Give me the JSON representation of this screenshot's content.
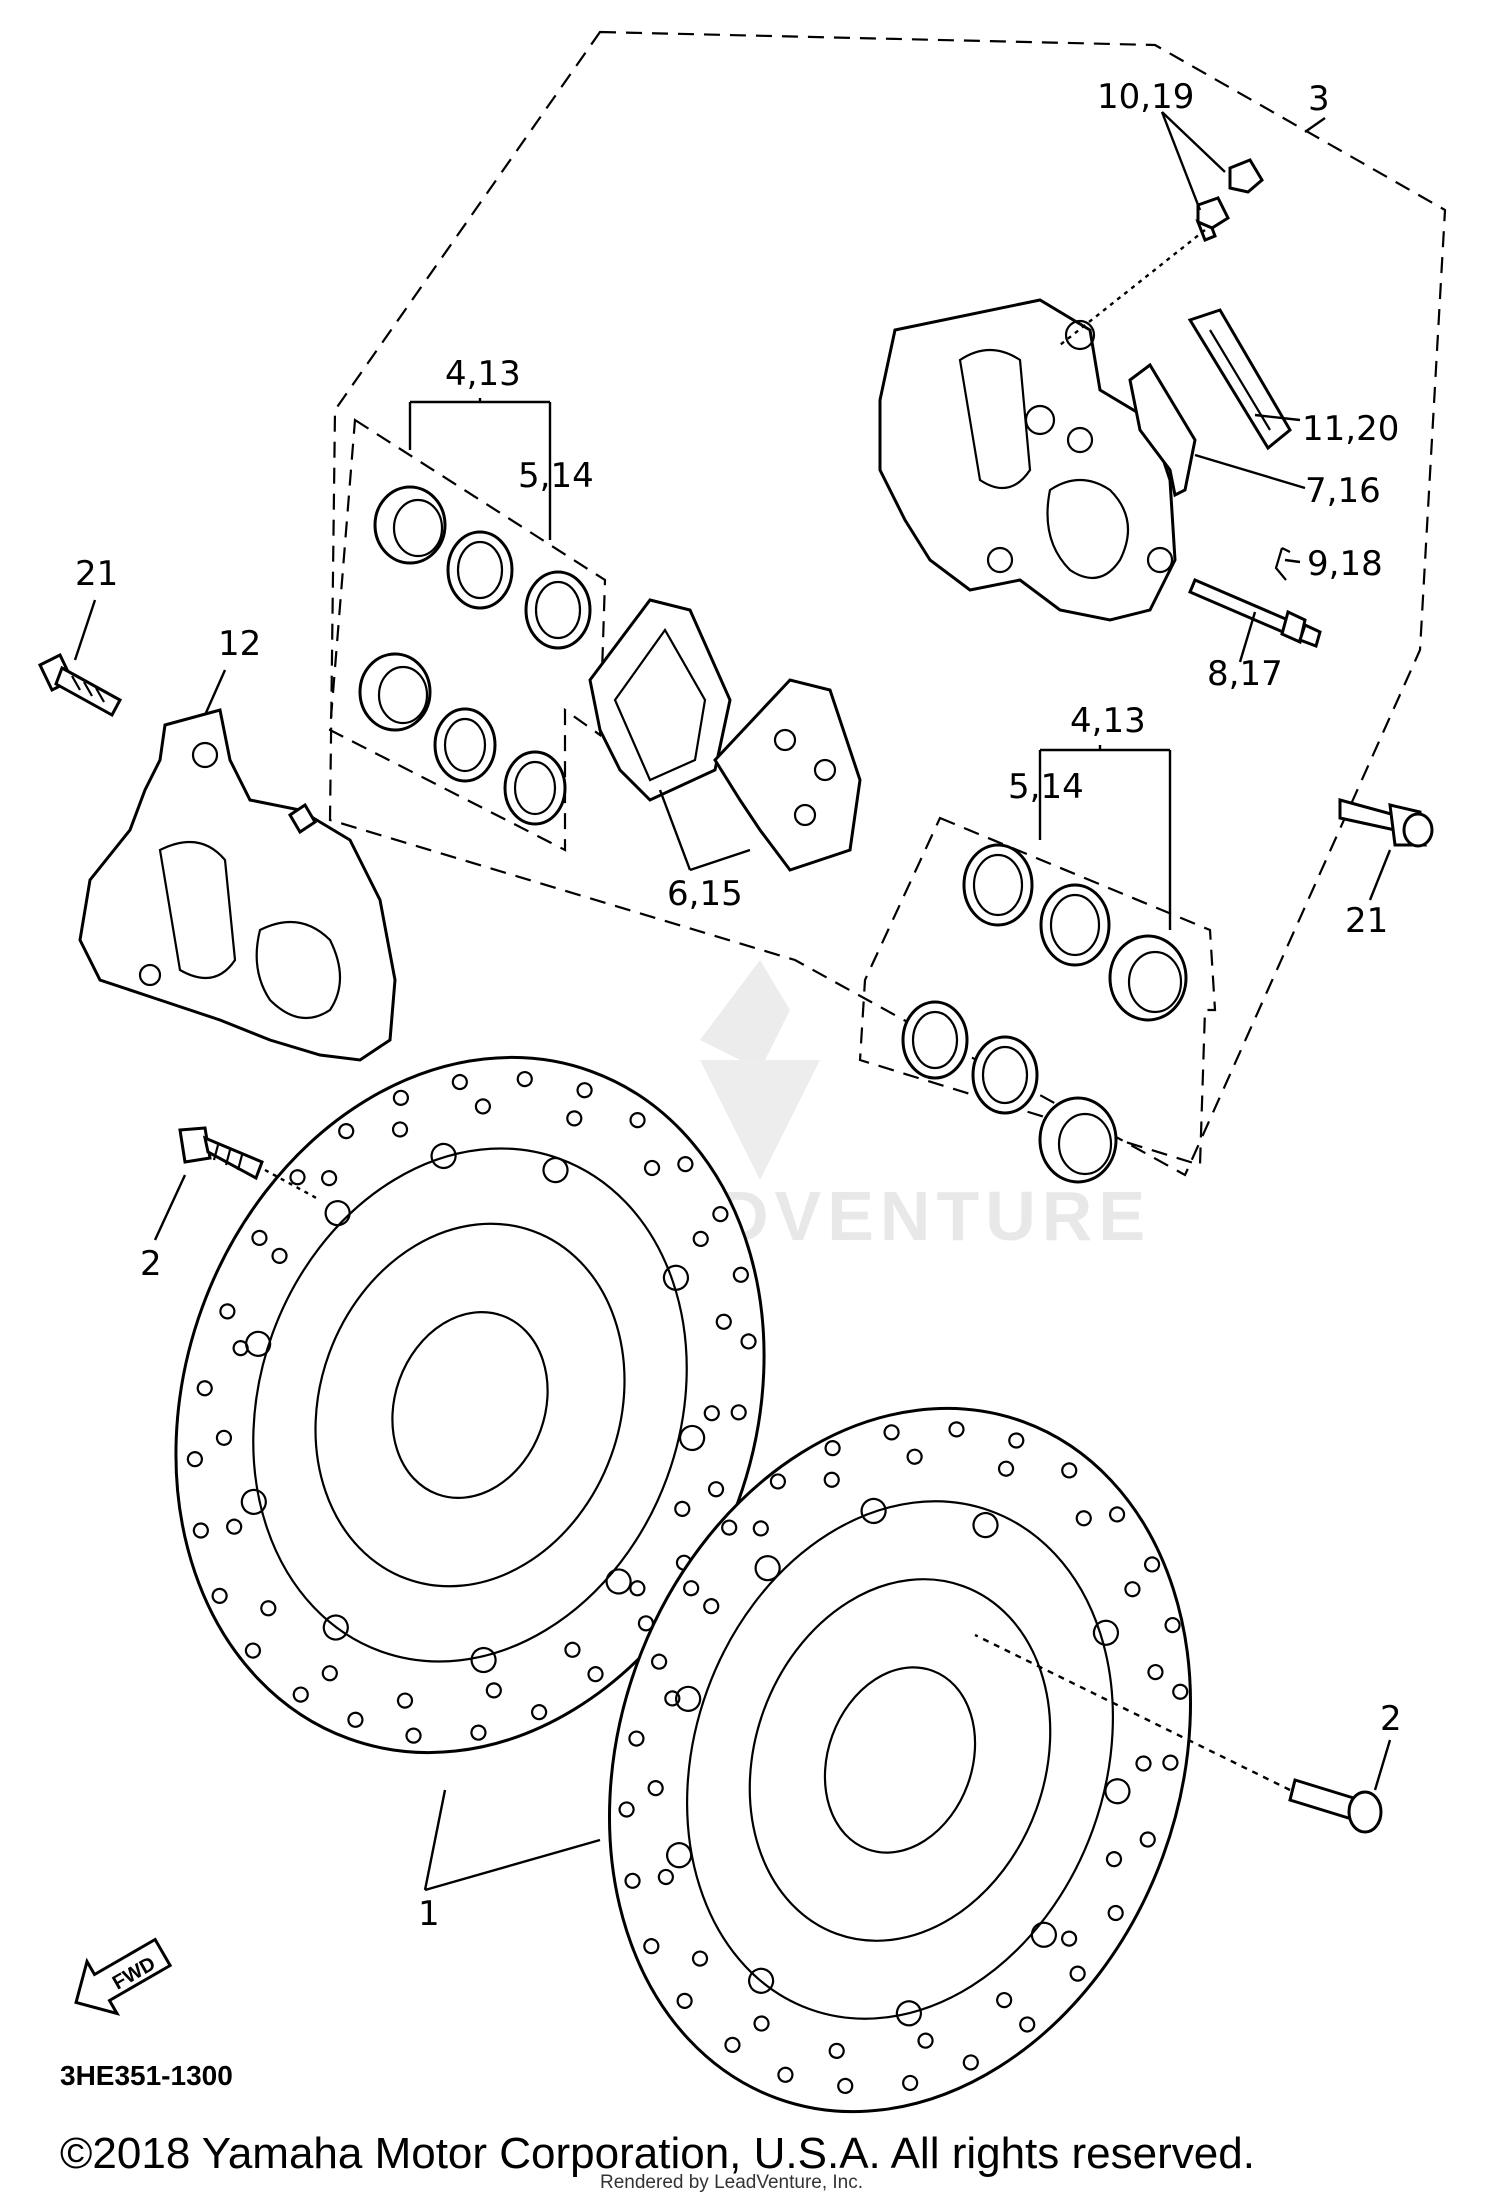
{
  "diagram_code": "3HE351-1300",
  "copyright": "©2018 Yamaha Motor Corporation, U.S.A. All rights reserved.",
  "rendered_by": "Rendered by LeadVenture, Inc.",
  "watermark": "LEADVENTURE",
  "fwd_label": "FWD",
  "callouts": {
    "c_10_19": "10,19",
    "c_3": "3",
    "c_4_13_a": "4,13",
    "c_5_14_a": "5,14",
    "c_11_20": "11,20",
    "c_7_16": "7,16",
    "c_9_18": "9,18",
    "c_8_17": "8,17",
    "c_21_left": "21",
    "c_12": "12",
    "c_4_13_b": "4,13",
    "c_5_14_b": "5,14",
    "c_6_15": "6,15",
    "c_21_right": "21",
    "c_2_left": "2",
    "c_2_right": "2",
    "c_1": "1"
  }
}
